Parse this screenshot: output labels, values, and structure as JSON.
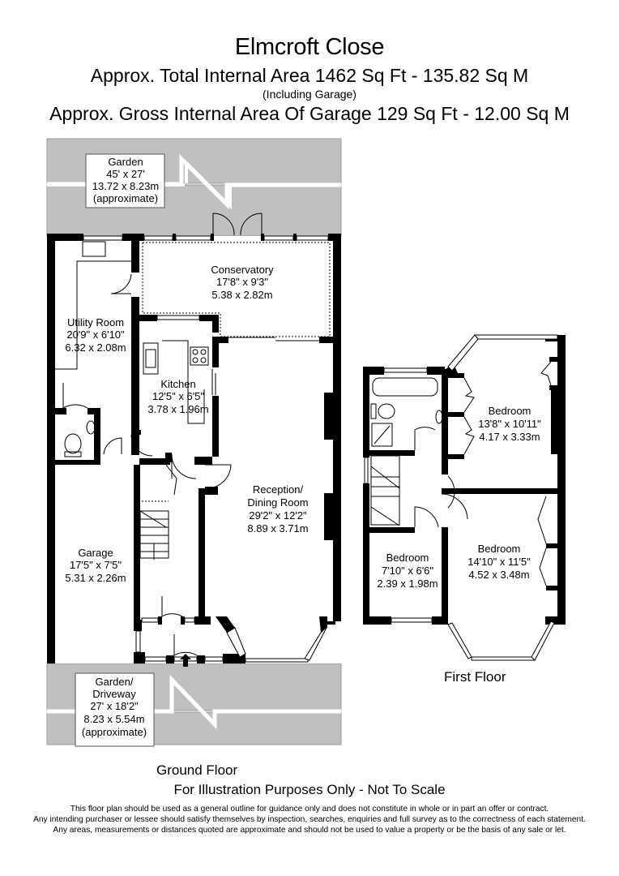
{
  "header": {
    "title": "Elmcroft Close",
    "total_area": "Approx. Total Internal Area   1462 Sq Ft  -  135.82 Sq M",
    "including_note": "(Including Garage)",
    "garage_area": "Approx. Gross Internal Area Of Garage  129 Sq Ft  -  12.00 Sq M"
  },
  "colors": {
    "wall": "#000000",
    "garden": "#c0c0c0",
    "background": "#ffffff"
  },
  "ground_floor": {
    "label": "Ground Floor",
    "rooms": {
      "garden_rear": {
        "name": "Garden",
        "imperial": "45' x 27'",
        "metric": "13.72 x 8.23m",
        "note": "(approximate)"
      },
      "conservatory": {
        "name": "Conservatory",
        "imperial": "17'8\" x 9'3\"",
        "metric": "5.38 x 2.82m"
      },
      "utility": {
        "name": "Utility Room",
        "imperial": "20'9\" x 6'10\"",
        "metric": "6.32 x 2.08m"
      },
      "kitchen": {
        "name": "Kitchen",
        "imperial": "12'5\" x 6'5\"",
        "metric": "3.78 x 1.96m"
      },
      "reception": {
        "name1": "Reception/",
        "name2": "Dining Room",
        "imperial": "29'2\" x 12'2\"",
        "metric": "8.89 x 3.71m"
      },
      "garage": {
        "name": "Garage",
        "imperial": "17'5\" x 7'5\"",
        "metric": "5.31 x 2.26m"
      },
      "garden_front": {
        "name1": "Garden/",
        "name2": "Driveway",
        "imperial": "27' x 18'2\"",
        "metric": "8.23 x 5.54m",
        "note": "(approximate)"
      }
    }
  },
  "first_floor": {
    "label": "First Floor",
    "rooms": {
      "bedroom_rear": {
        "name": "Bedroom",
        "imperial": "13'8\" x 10'11\"",
        "metric": "4.17 x 3.33m"
      },
      "bedroom_small": {
        "name": "Bedroom",
        "imperial": "7'10\" x 6'6\"",
        "metric": "2.39 x 1.98m"
      },
      "bedroom_front": {
        "name": "Bedroom",
        "imperial": "14'10\" x 11'5\"",
        "metric": "4.52 x 3.48m"
      }
    }
  },
  "footer": {
    "illustration": "For Illustration Purposes Only - Not To Scale",
    "disclaimer_1": "This floor plan should be used as a general outline for guidance only and does not constitute in whole or in part an offer or contract.",
    "disclaimer_2": "Any intending purchaser or lessee should satisfy themselves by inspection, searches, enquiries and full survey as to the correctness of each statement.",
    "disclaimer_3": "Any areas, measurements or distances quoted are approximate and should not be used to value a property or be the basis of any sale or let."
  }
}
